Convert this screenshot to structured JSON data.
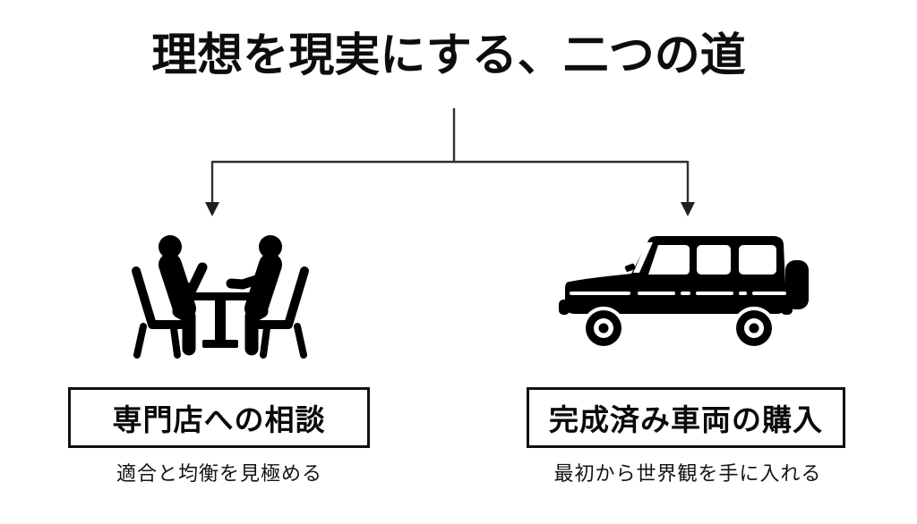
{
  "title": "理想を現実にする、二つの道",
  "branches": {
    "left": {
      "icon": "consultation-meeting-icon",
      "label": "専門店への相談",
      "subtitle": "適合と均衡を見極める"
    },
    "right": {
      "icon": "suv-vehicle-icon",
      "label": "完成済み車両の購入",
      "subtitle": "最初から世界観を手に入れる"
    }
  },
  "colors": {
    "background": "#ffffff",
    "text": "#0b0b0b",
    "connector_line": "#2f2f2f",
    "arrowhead": "#1f1f1f",
    "icon": "#000000",
    "box_border": "#101010"
  }
}
